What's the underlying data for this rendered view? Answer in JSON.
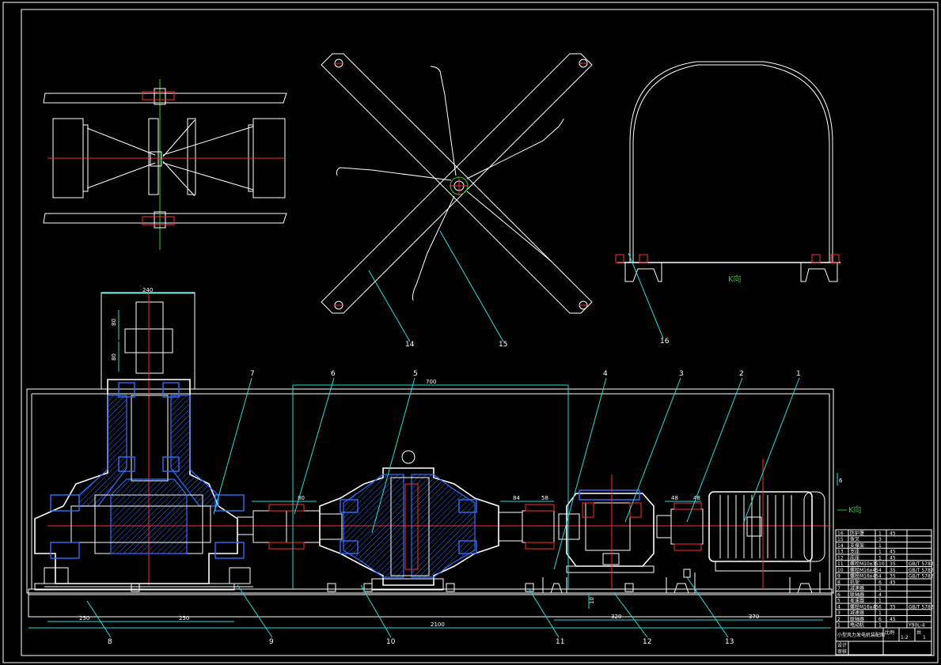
{
  "part_numbers": [
    "1",
    "2",
    "3",
    "4",
    "5",
    "6",
    "7",
    "8",
    "9",
    "10",
    "11",
    "12",
    "13",
    "14",
    "15",
    "16"
  ],
  "dimensions": {
    "d240": "240",
    "d80a": "80",
    "d80b": "80",
    "d700": "700",
    "d80c": "80",
    "d84": "84",
    "d58": "58",
    "d48a": "48",
    "d48b": "48",
    "d250a": "250",
    "d250b": "250",
    "d2100": "2100",
    "d320": "320",
    "d370": "370",
    "d10": "10",
    "d6": "6"
  },
  "view_labels": {
    "k_main": "K向",
    "k_guard": "K向"
  },
  "title_block": {
    "rows": [
      {
        "no": "16",
        "name": "防护罩",
        "qty": "1",
        "mat": "45",
        "note": ""
      },
      {
        "no": "15",
        "name": "拨叉",
        "qty": "3",
        "mat": "",
        "note": ""
      },
      {
        "no": "14",
        "name": "支撑架",
        "qty": "1",
        "mat": "",
        "note": ""
      },
      {
        "no": "13",
        "name": "支座",
        "qty": "1",
        "mat": "45",
        "note": ""
      },
      {
        "no": "12",
        "name": "底座",
        "qty": "1",
        "mat": "45",
        "note": ""
      },
      {
        "no": "11",
        "name": "螺栓M10x35",
        "qty": "10",
        "mat": "35",
        "note": "GB/T 5782"
      },
      {
        "no": "10",
        "name": "螺栓M16x45",
        "qty": "4",
        "mat": "35",
        "note": "GB/T 5782"
      },
      {
        "no": "9",
        "name": "螺栓M16x45",
        "qty": "4",
        "mat": "35",
        "note": "GB/T 5782"
      },
      {
        "no": "8",
        "name": "机架",
        "qty": "6",
        "mat": "45",
        "note": ""
      },
      {
        "no": "7",
        "name": "减速器",
        "qty": "1",
        "mat": "",
        "note": ""
      },
      {
        "no": "6",
        "name": "联轴器",
        "qty": "4",
        "mat": "",
        "note": ""
      },
      {
        "no": "5",
        "name": "差速器",
        "qty": "1",
        "mat": "",
        "note": ""
      },
      {
        "no": "4",
        "name": "螺栓M16x45",
        "qty": "6",
        "mat": "35",
        "note": "GB/T 5782"
      },
      {
        "no": "3",
        "name": "减速器",
        "qty": "1",
        "mat": "",
        "note": ""
      },
      {
        "no": "2",
        "name": "联轴器",
        "qty": "6",
        "mat": "45",
        "note": ""
      },
      {
        "no": "1",
        "name": "电动机",
        "qty": "1",
        "mat": "",
        "note": "Y90L-4"
      }
    ],
    "title": "小型风力发电机装配图",
    "scale_label": "比例",
    "scale": "1:2",
    "sheet_label": "共",
    "sheet": "1",
    "drawn": "设计",
    "checked": "审核"
  }
}
